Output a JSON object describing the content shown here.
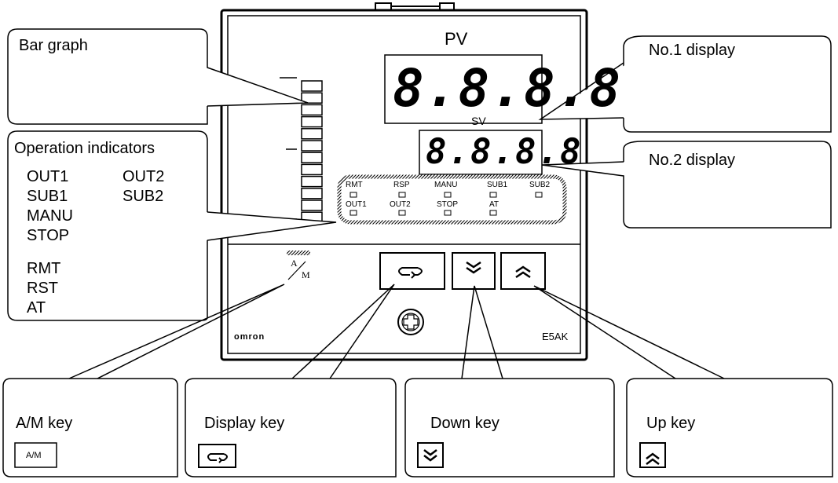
{
  "device": {
    "pv_label": "PV",
    "sv_label": "SV",
    "pv_digits": "8.8.8.8",
    "sv_digits": "8.8.8.8",
    "brand": "omron",
    "model": "E5AK",
    "am_key_top": "A",
    "am_key_bottom": "M",
    "indicator_row1": [
      "RMT",
      "RSP",
      "MANU",
      "SUB1",
      "SUB2"
    ],
    "indicator_row2": [
      "OUT1",
      "OUT2",
      "STOP",
      "AT"
    ]
  },
  "callouts": {
    "bar_graph": "Bar graph",
    "no1_display": "No.1 display",
    "no2_display": "No.2 display",
    "operation_indicators": {
      "title": "Operation indicators",
      "col1": [
        "OUT1",
        "SUB1",
        "MANU",
        "STOP",
        "RMT",
        "RST",
        "AT"
      ],
      "col2": [
        "OUT2",
        "SUB2"
      ]
    },
    "am_key": {
      "label": "A/M key",
      "icon_text": "A/M"
    },
    "display_key": {
      "label": "Display key",
      "icon": "loop-arrow-icon"
    },
    "down_key": {
      "label": "Down key",
      "icon": "double-chevron-down-icon"
    },
    "up_key": {
      "label": "Up key",
      "icon": "double-chevron-up-icon"
    }
  }
}
